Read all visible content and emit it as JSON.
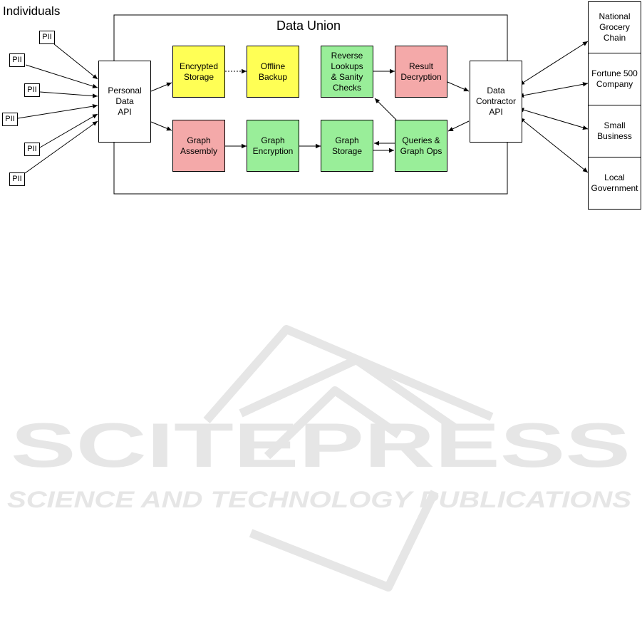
{
  "individuals_label": "Individuals",
  "pii_label": "PII",
  "data_union_title": "Data Union",
  "nodes": {
    "personal_data_api": "Personal\nData\nAPI",
    "encrypted_storage": "Encrypted\nStorage",
    "offline_backup": "Offline\nBackup",
    "reverse_lookups": "Reverse\nLookups\n& Sanity\nChecks",
    "result_decryption": "Result\nDecryption",
    "graph_assembly": "Graph\nAssembly",
    "graph_encryption": "Graph\nEncryption",
    "graph_storage": "Graph\nStorage",
    "queries_graph_ops": "Queries &\nGraph Ops",
    "data_contractor_api": "Data\nContractor\nAPI"
  },
  "contractors": [
    "National\nGrocery\nChain",
    "Fortune 500\nCompany",
    "Small\nBusiness",
    "Local\nGovernment"
  ],
  "colors": {
    "yellow": "#ffff55",
    "green": "#99ee99",
    "red": "#f4a9a9",
    "white": "#ffffff",
    "watermark": "#e6e6e6"
  },
  "watermark": {
    "main": "SCITEPRESS",
    "sub": "SCIENCE AND TECHNOLOGY PUBLICATIONS"
  }
}
